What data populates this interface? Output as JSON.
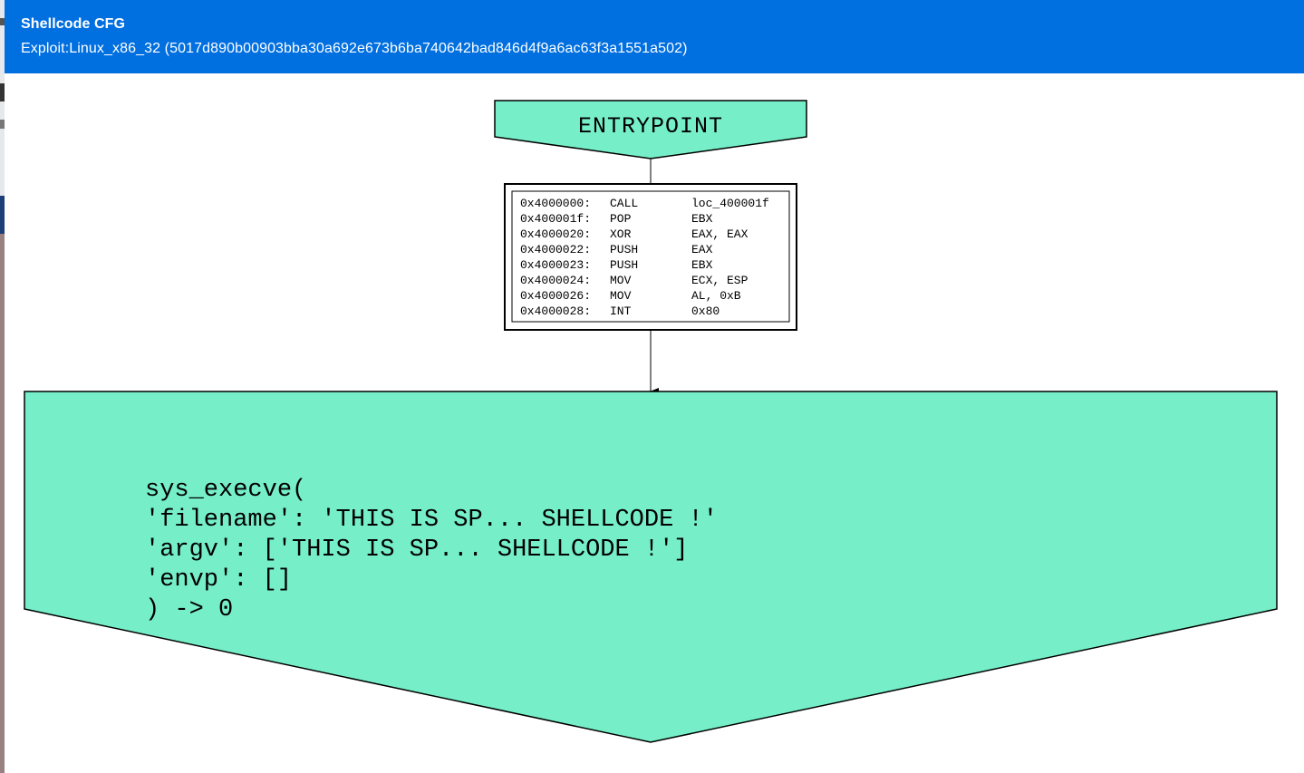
{
  "modal": {
    "title": "Shellcode CFG",
    "subtitle": "Exploit:Linux_x86_32 (5017d890b00903bba30a692e673b6ba740642bad846d4f9a6ac63f3a1551a502)"
  },
  "colors": {
    "header": "#006fe0",
    "node_fill": "#76efc8",
    "block_fill": "#ffffff",
    "stroke": "#000000"
  },
  "graph": {
    "entry_label": "ENTRYPOINT",
    "instructions": [
      {
        "addr": "0x4000000:",
        "mnemonic": "CALL",
        "operands": "loc_400001f"
      },
      {
        "addr": "0x400001f:",
        "mnemonic": "POP",
        "operands": "EBX"
      },
      {
        "addr": "0x4000020:",
        "mnemonic": "XOR",
        "operands": "EAX, EAX"
      },
      {
        "addr": "0x4000022:",
        "mnemonic": "PUSH",
        "operands": "EAX"
      },
      {
        "addr": "0x4000023:",
        "mnemonic": "PUSH",
        "operands": "EBX"
      },
      {
        "addr": "0x4000024:",
        "mnemonic": "MOV",
        "operands": "ECX, ESP"
      },
      {
        "addr": "0x4000026:",
        "mnemonic": "MOV",
        "operands": "AL, 0xB"
      },
      {
        "addr": "0x4000028:",
        "mnemonic": "INT",
        "operands": "0x80"
      }
    ],
    "syscall_lines": [
      "sys_execve(",
      "   'filename': 'THIS IS SP... SHELLCODE !'",
      "   'argv': ['THIS IS SP... SHELLCODE !']",
      "   'envp': []",
      ") -> 0"
    ]
  }
}
